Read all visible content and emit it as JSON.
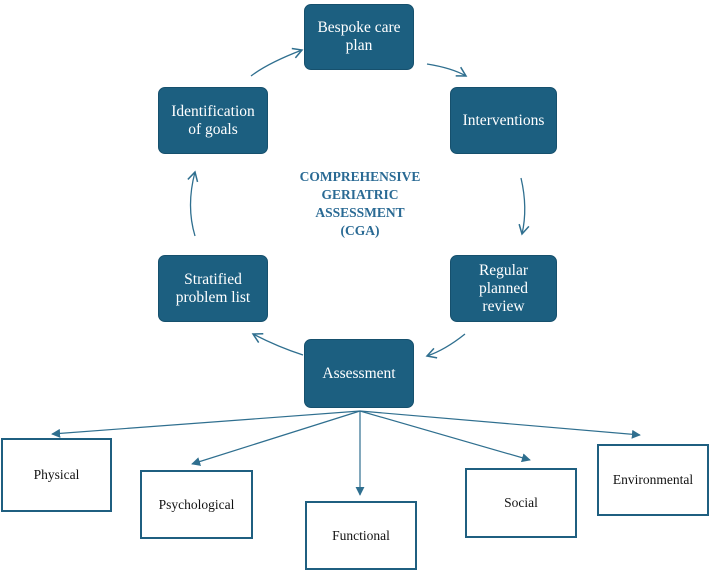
{
  "cycle": {
    "title": "COMPREHENSIVE\nGERIATRIC\nASSESSMENT\n(CGA)",
    "nodes": {
      "bespoke_care_plan": "Bespoke care\nplan",
      "interventions": "Interventions",
      "regular_planned_review": "Regular\nplanned\nreview",
      "assessment": "Assessment",
      "stratified_problem_list": "Stratified\nproblem list",
      "identification_of_goals": "Identification\nof goals"
    }
  },
  "domains": {
    "physical": "Physical",
    "psychological": "Psychological",
    "functional": "Functional",
    "social": "Social",
    "environmental": "Environmental"
  },
  "colors": {
    "node_fill": "#1c5f80",
    "arrow": "#2f6f8f",
    "title": "#2a6a94",
    "leaf_border": "#1f5f80"
  }
}
